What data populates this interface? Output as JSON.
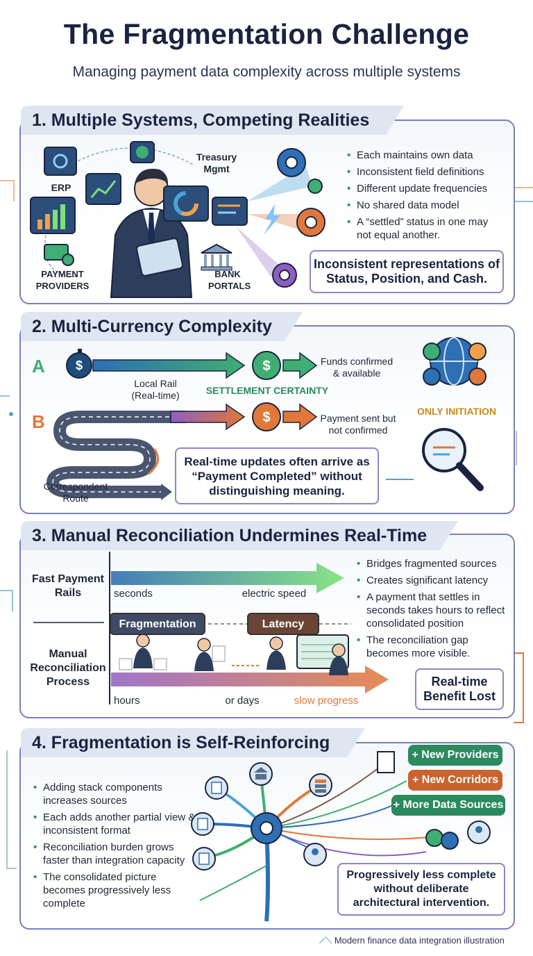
{
  "header": {
    "title": "The Fragmentation Challenge",
    "subtitle": "Managing payment data complexity across multiple systems"
  },
  "section1": {
    "heading": "1. Multiple Systems, Competing Realities",
    "labels": {
      "erp": "ERP",
      "treasury": "Treasury Mgmt",
      "payment_providers": "PAYMENT PROVIDERS",
      "bank_portals": "BANK PORTALS"
    },
    "bullets": [
      "Each maintains own data",
      "Inconsistent field definitions",
      "Different update frequencies",
      "No shared data model",
      "A “settled” status in one may not equal another."
    ],
    "callout": "Inconsistent representations of Status, Position, and Cash."
  },
  "section2": {
    "heading": "2. Multi-Currency Complexity",
    "route_a": {
      "letter": "A",
      "rail_label": "Local Rail (Real-time)",
      "certainty": "SETTLEMENT CERTAINTY",
      "outcome": "Funds confirmed & available"
    },
    "route_b": {
      "letter": "B",
      "rail_label": "Correspondent Route",
      "outcome": "Payment sent but not confirmed"
    },
    "only_initiation": "ONLY INITIATION",
    "callout": "Real-time updates often arrive as “Payment Completed” without distinguishing meaning."
  },
  "section3": {
    "heading": "3. Manual Reconciliation Undermines Real-Time",
    "fast_rails_label": "Fast Payment Rails",
    "fast_left": "seconds",
    "fast_right": "electric speed",
    "fragmentation_tag": "Fragmentation",
    "latency_tag": "Latency",
    "manual_label": "Manual Reconciliation Process",
    "slow_left": "hours",
    "slow_mid": "or days",
    "slow_right": "slow progress",
    "bullets": [
      "Bridges fragmented sources",
      "Creates significant latency",
      "A payment that settles in seconds takes hours to reflect consolidated position",
      "The reconciliation gap becomes more visible."
    ],
    "callout": "Real-time Benefit Lost"
  },
  "section4": {
    "heading": "4. Fragmentation is Self-Reinforcing",
    "bullets": [
      "Adding stack components increases sources",
      "Each adds another partial view & inconsistent format",
      "Reconciliation burden grows faster than integration capacity",
      "The consolidated picture becomes progressively less complete"
    ],
    "pills": [
      "+ New Providers",
      "+ New Corridors",
      "+ More Data Sources"
    ],
    "callout": "Progressively less complete without deliberate architectural intervention."
  },
  "footer": {
    "caption": "Modern finance data integration illustration"
  },
  "colors": {
    "navy": "#1a2440",
    "green": "#2b9a6a",
    "orange": "#e2773a",
    "purple": "#7a7fbc",
    "blue": "#2f6fb3"
  }
}
